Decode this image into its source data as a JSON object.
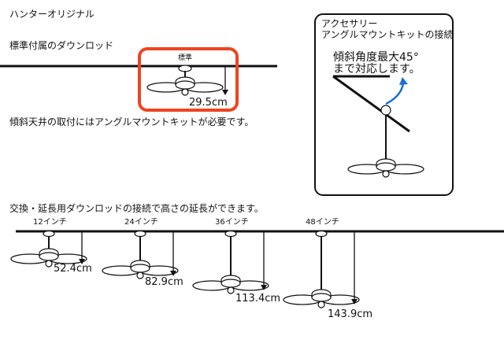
{
  "page_title": "ハンターオリジナル",
  "standard": {
    "heading": "標準付属のダウンロッド",
    "tag": "標準",
    "measure": "29.5cm",
    "highlight_color": "#ee4422"
  },
  "angled_note": "傾斜天井の取付にはアングルマウントキットが必要です。",
  "accessory": {
    "line1": "アクセサリー",
    "line2": "アングルマウントキットの接続",
    "angle_line1": "傾斜角度最大45°",
    "angle_line2": "まで対応します。",
    "arrow_color": "#1a6fd0"
  },
  "extension": {
    "heading": "交換・延長用ダウンロッドの接続で高さの延長ができます。",
    "items": [
      {
        "rod": "12インチ",
        "measure": "52.4cm"
      },
      {
        "rod": "24インチ",
        "measure": "82.9cm"
      },
      {
        "rod": "36インチ",
        "measure": "113.4cm"
      },
      {
        "rod": "48インチ",
        "measure": "143.9cm"
      }
    ]
  }
}
